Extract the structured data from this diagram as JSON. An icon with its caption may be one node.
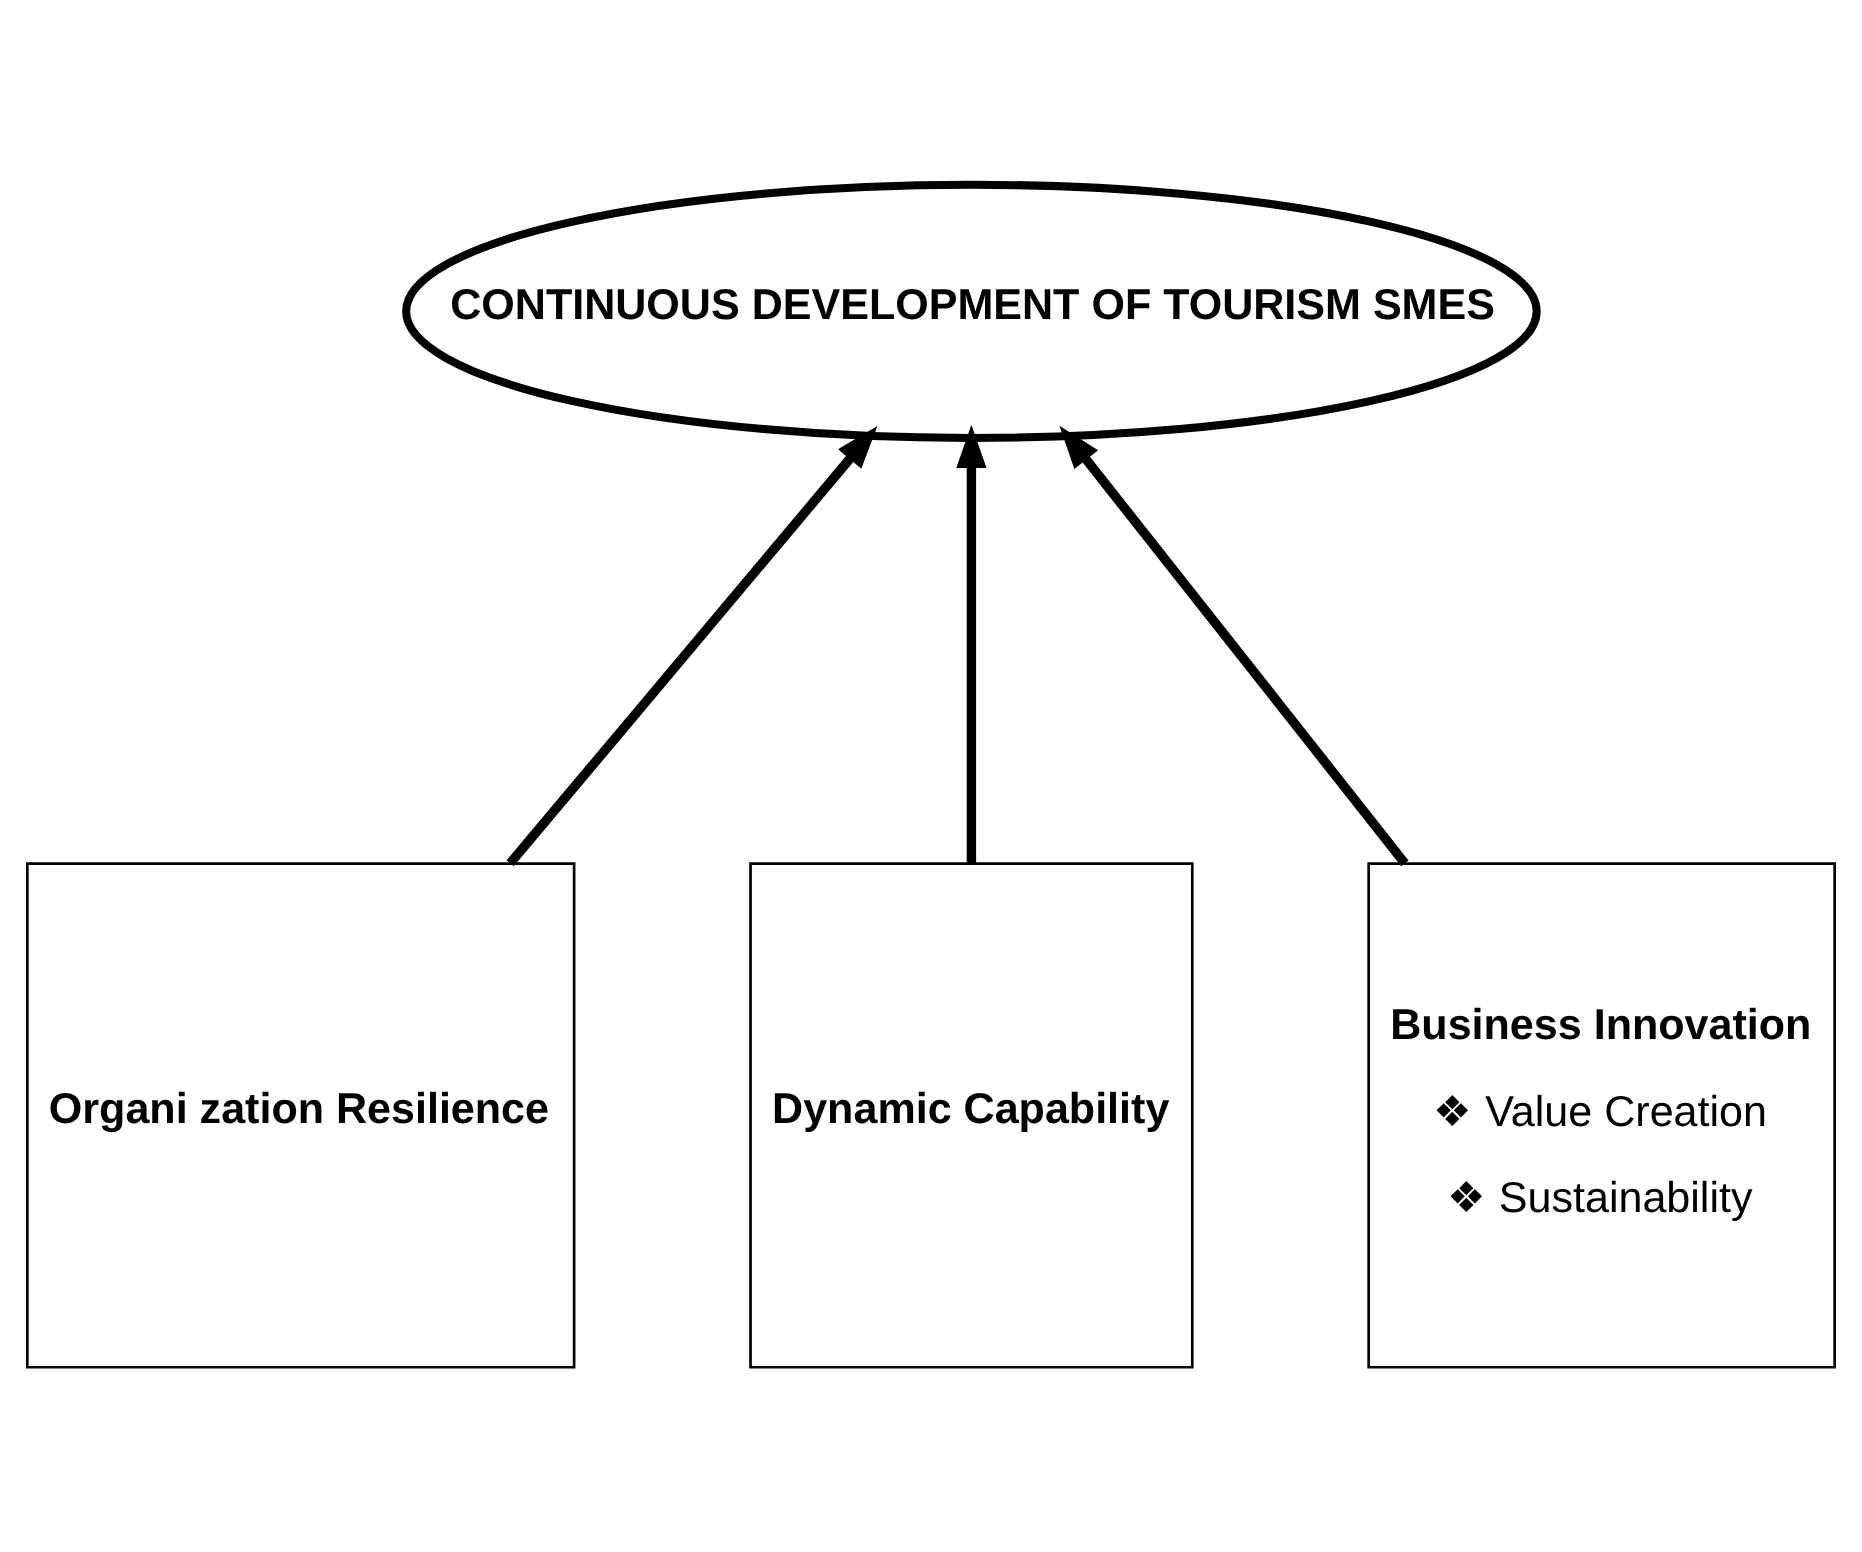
{
  "diagram": {
    "nodes": [
      {
        "text": [
          "CONTINUOUS DEVELOPMENT OF TOURISM SMES"
        ]
      },
      {
        "text": [
          "Organi zation Resilience"
        ]
      },
      {
        "text": [
          "Dynamic Capability"
        ]
      },
      {
        "text": [
          "Business Innovation",
          "❖ Value Creation",
          "❖ Sustainability"
        ]
      }
    ],
    "edges": [
      {
        "from": 1,
        "to": 0,
        "arrow": "to"
      },
      {
        "from": 2,
        "to": 0,
        "arrow": "to"
      },
      {
        "from": 3,
        "to": 0,
        "arrow": "to"
      }
    ]
  }
}
